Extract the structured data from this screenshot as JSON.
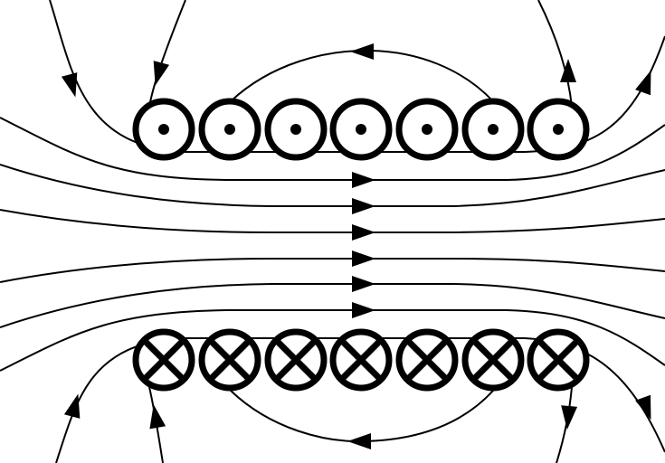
{
  "diagram": {
    "subject": "solenoid-magnetic-field",
    "turns_per_side": 7,
    "top_row_symbol": "current-out-of-page-dot",
    "bottom_row_symbol": "current-into-page-cross",
    "field_direction_inside": "left-to-right",
    "colors": {
      "line": "#000000",
      "background": "#ffffff"
    }
  }
}
